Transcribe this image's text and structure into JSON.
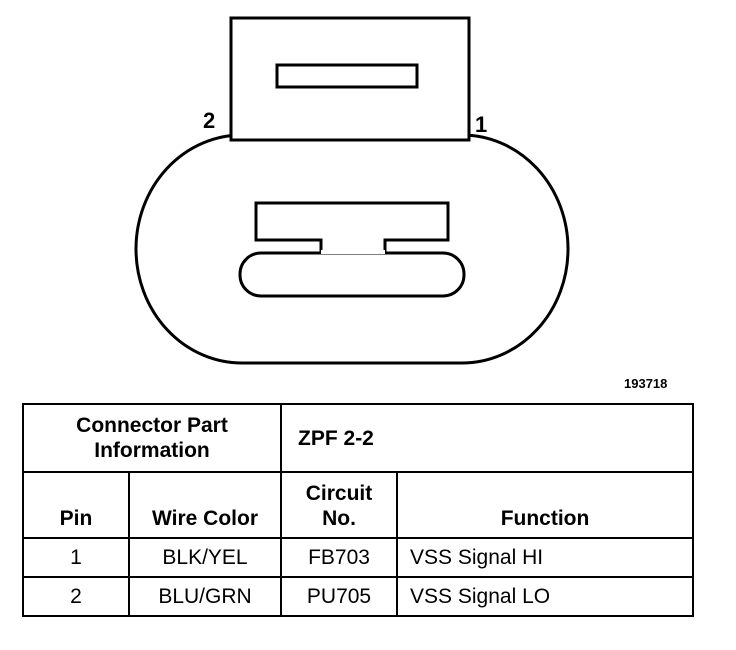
{
  "connector": {
    "pin_left": "2",
    "pin_right": "1",
    "figure_id": "193718"
  },
  "table": {
    "part_info_label": "Connector Part Information",
    "part_number": "ZPF 2-2",
    "headers": {
      "pin": "Pin",
      "wire_color": "Wire Color",
      "circuit_no": "Circuit No.",
      "function": "Function"
    },
    "rows": [
      {
        "pin": "1",
        "wire_color": "BLK/YEL",
        "circuit": "FB703",
        "function": "VSS Signal HI"
      },
      {
        "pin": "2",
        "wire_color": "BLU/GRN",
        "circuit": "PU705",
        "function": "VSS Signal LO"
      }
    ]
  }
}
